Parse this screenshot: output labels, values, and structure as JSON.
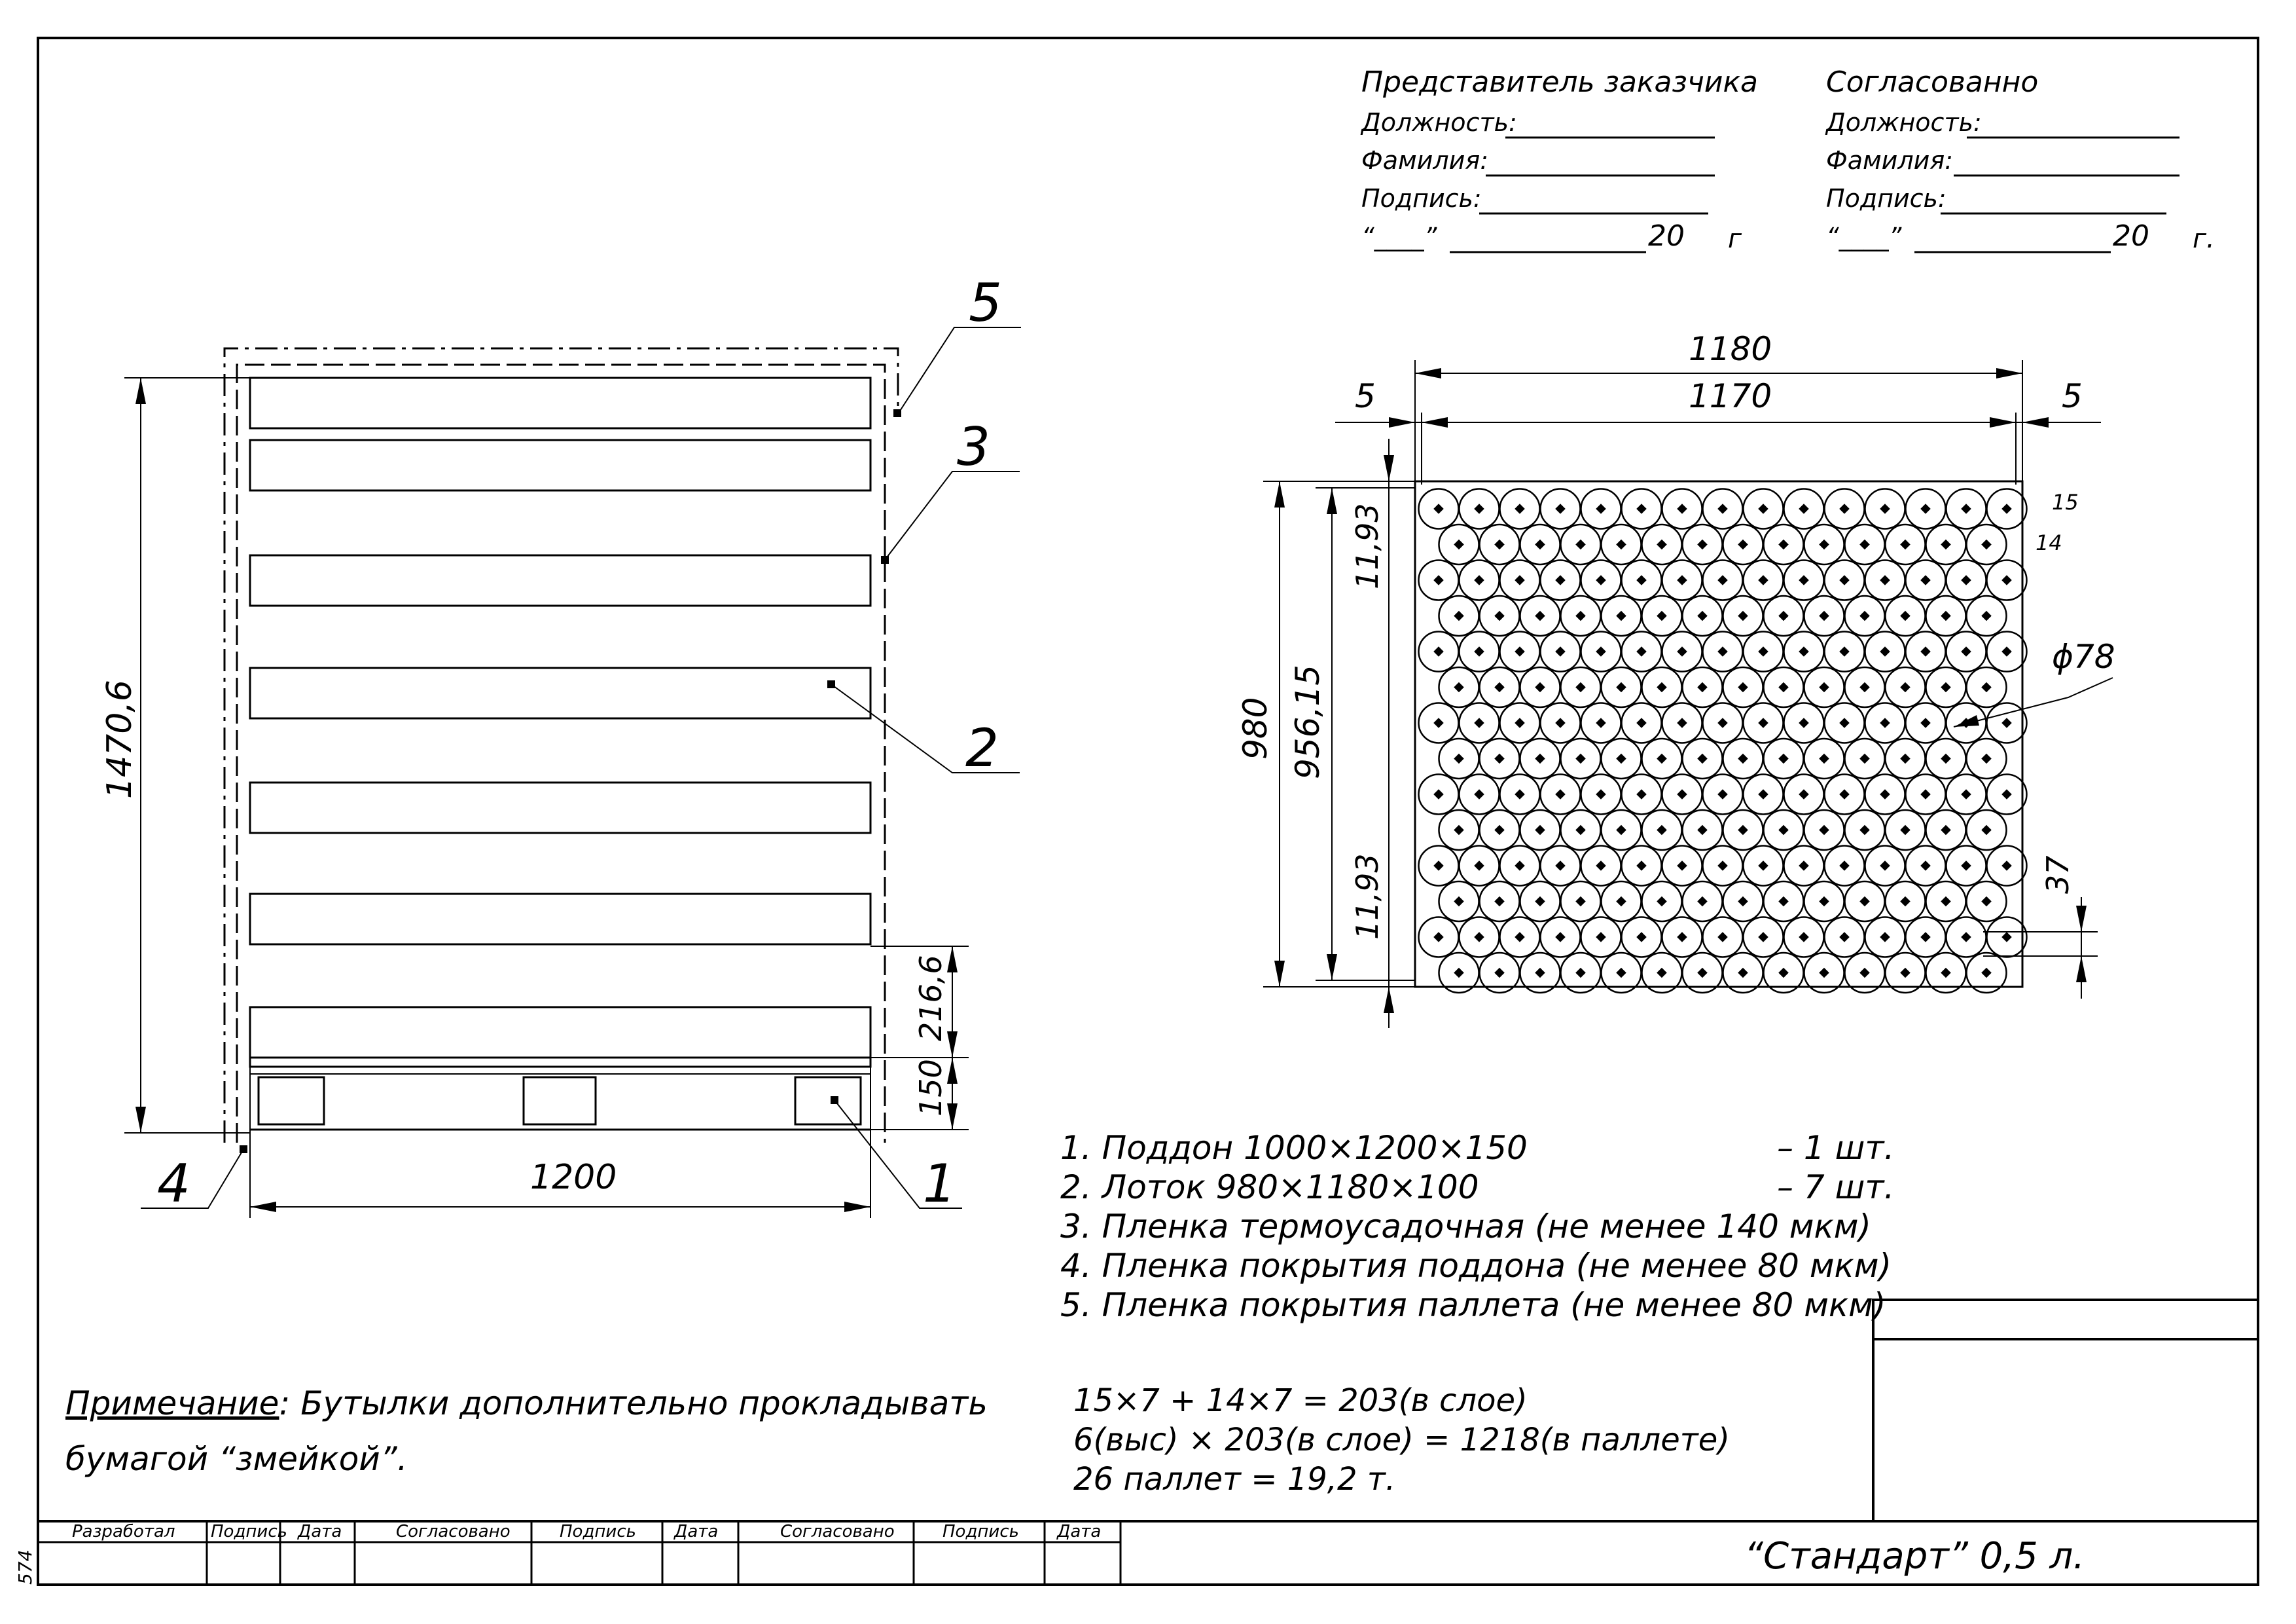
{
  "approvals": {
    "customer": {
      "title": "Представитель заказчика",
      "position_label": "Должность:",
      "surname_label": "Фамилия:",
      "signature_label": "Подпись:",
      "date_quotes": "“____”",
      "date_year": "20",
      "date_suffix": "г"
    },
    "agreed": {
      "title": "Согласованно",
      "position_label": "Должность:",
      "surname_label": "Фамилия:",
      "signature_label": "Подпись:",
      "date_quotes": "“____”",
      "date_year": "20",
      "date_suffix": "г."
    }
  },
  "side_view": {
    "callouts": [
      "1",
      "2",
      "3",
      "4",
      "5"
    ],
    "dim_height": "1470,6",
    "dim_width": "1200",
    "dim_layer": "216,6",
    "dim_pallet": "150",
    "tray_count": 7
  },
  "top_view": {
    "dim_outer_width": "1180",
    "dim_inner_width": "1170",
    "dim_gap_left": "5",
    "dim_gap_right": "5",
    "dim_outer_height": "980",
    "dim_inner_height": "956,15",
    "dim_offset_top": "11,93",
    "dim_offset_bottom": "11,93",
    "dim_diameter": "ϕ78",
    "dim_row_pitch": "37",
    "label_row_a": "15",
    "label_row_b": "14",
    "rows": 14,
    "bottles_long_row": 15,
    "bottles_short_row": 14
  },
  "spec": {
    "items": [
      "1.  Поддон 1000×1200×150",
      "2.  Лоток 980×1180×100",
      "3.  Пленка термоусадочная (не менее 140 мкм)",
      "4.  Пленка покрытия поддона (не менее 80 мкм)",
      "5.  Пленка покрытия паллета (не менее 80 мкм)"
    ],
    "qty": [
      "–  1 шт.",
      "– 7  шт."
    ]
  },
  "calc": [
    "15×7 + 14×7 = 203(в слое)",
    "6(выс) × 203(в слое) = 1218(в паллете)",
    "26 паллет = 19,2 т."
  ],
  "note": {
    "label": "Примечание",
    "text_line1": ": Бутылки дополнительно прокладывать",
    "text_line2": "бумагой “змейкой”."
  },
  "title_block": {
    "headers": [
      "Разработал",
      "Подпись",
      "Дата",
      "Согласовано",
      "Подпись",
      "Дата",
      "Согласовано",
      "Подпись",
      "Дата"
    ],
    "product": "“Стандарт”  0,5 л.",
    "sheet_number": "574"
  }
}
